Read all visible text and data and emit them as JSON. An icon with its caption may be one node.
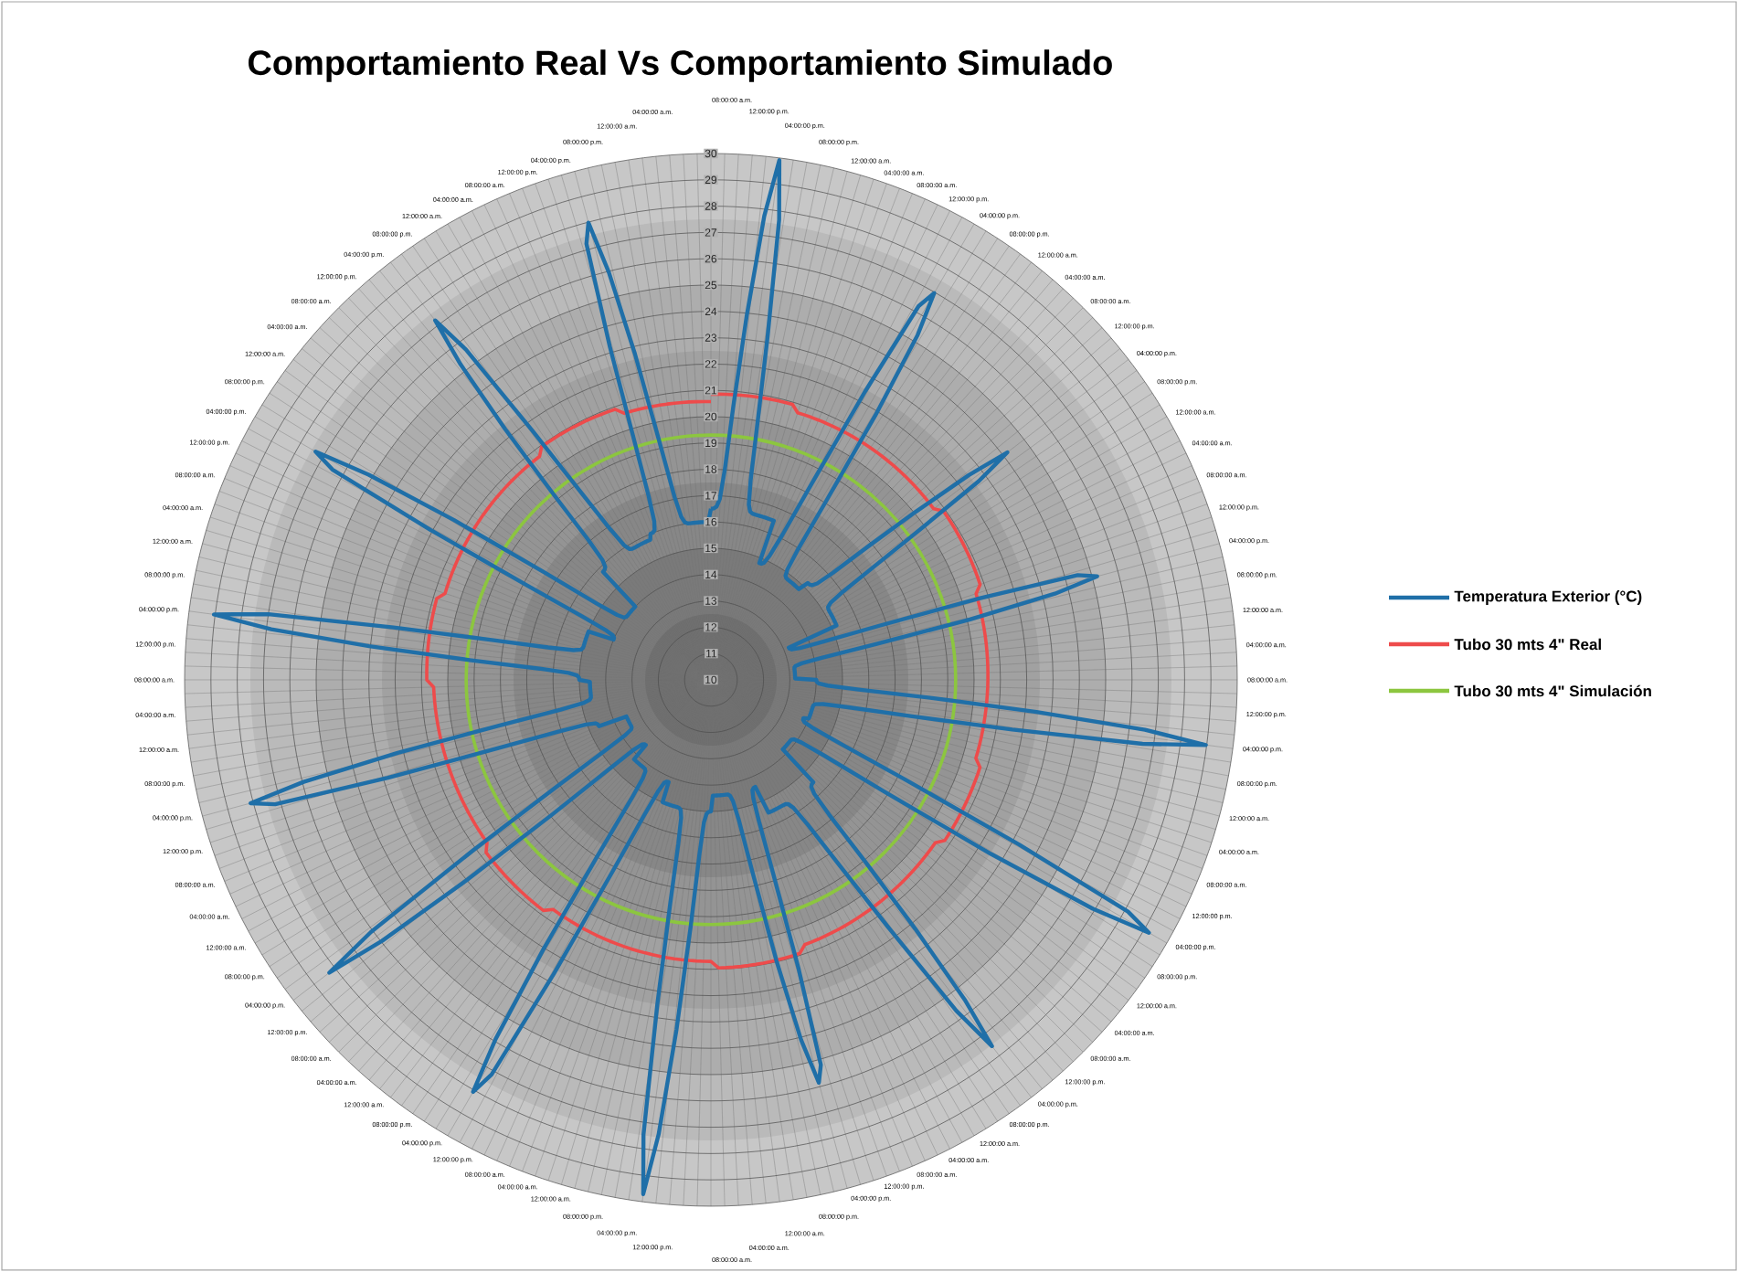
{
  "diagram": {
    "title": "Comportamiento Real Vs Comportamiento Simulado",
    "labels": [
      "10",
      "11",
      "12",
      "13",
      "14",
      "15",
      "16",
      "17",
      "18",
      "19",
      "20",
      "21",
      "22",
      "23",
      "24",
      "25",
      "26",
      "27",
      "28",
      "29",
      "30",
      "08:00:00 a.m.",
      "12:00:00 p.m.",
      "04:00:00 p.m.",
      "08:00:00 p.m.",
      "12:00:00 a.m.",
      "04:00:00 a.m.",
      "08:00:00 a.m.",
      "12:00:00 p.m.",
      "04:00:00 p.m.",
      "08:00:00 p.m.",
      "12:00:00 a.m.",
      "04:00:00 a.m.",
      "08:00:00 a.m.",
      "12:00:00 p.m.",
      "04:00:00 p.m.",
      "08:00:00 p.m.",
      "12:00:00 a.m.",
      "04:00:00 a.m.",
      "08:00:00 a.m.",
      "12:00:00 p.m.",
      "04:00:00 p.m.",
      "08:00:00 p.m.",
      "12:00:00 a.m.",
      "04:00:00 a.m.",
      "08:00:00 a.m.",
      "12:00:00 p.m.",
      "04:00:00 p.m.",
      "08:00:00 p.m.",
      "12:00:00 a.m.",
      "04:00:00 a.m.",
      "08:00:00 a.m.",
      "12:00:00 p.m.",
      "04:00:00 p.m.",
      "08:00:00 p.m.",
      "12:00:00 a.m.",
      "04:00:00 a.m.",
      "08:00:00 a.m.",
      "12:00:00 p.m.",
      "04:00:00 p.m.",
      "08:00:00 p.m.",
      "12:00:00 a.m.",
      "04:00:00 a.m.",
      "08:00:00 a.m.",
      "12:00:00 p.m.",
      "04:00:00 p.m.",
      "08:00:00 p.m.",
      "12:00:00 a.m.",
      "04:00:00 a.m.",
      "08:00:00 a.m.",
      "12:00:00 p.m.",
      "04:00:00 p.m.",
      "08:00:00 p.m.",
      "12:00:00 a.m.",
      "04:00:00 a.m.",
      "08:00:00 a.m.",
      "12:00:00 p.m.",
      "04:00:00 p.m.",
      "08:00:00 p.m.",
      "12:00:00 a.m.",
      "04:00:00 a.m.",
      "08:00:00 a.m.",
      "12:00:00 p.m.",
      "04:00:00 p.m.",
      "08:00:00 p.m.",
      "12:00:00 a.m.",
      "04:00:00 a.m.",
      "08:00:00 a.m.",
      "12:00:00 p.m.",
      "04:00:00 p.m.",
      "08:00:00 p.m.",
      "12:00:00 a.m.",
      "04:00:00 a.m.",
      "08:00:00 a.m.",
      "12:00:00 p.m.",
      "04:00:00 p.m.",
      "08:00:00 p.m.",
      "12:00:00 a.m.",
      "04:00:00 a.m.",
      "08:00:00 a.m.",
      "12:00:00 p.m.",
      "04:00:00 p.m.",
      "08:00:00 p.m.",
      "12:00:00 a.m.",
      "04:00:00 a.m.",
      "08:00:00 a.m.",
      "12:00:00 p.m.",
      "04:00:00 p.m.",
      "08:00:00 p.m.",
      "12:00:00 a.m.",
      "04:00:00 a.m.",
      "08:00:00 a.m.",
      "12:00:00 p.m.",
      "04:00:00 p.m.",
      "08:00:00 p.m.",
      "12:00:00 a.m.",
      "04:00:00 a.m."
    ],
    "legend": [
      {
        "text": "Temperatura Exterior (°C)"
      },
      {
        "text": "Tubo 30 mts 4\" Real"
      },
      {
        "text": "Tubo 30 mts 4\" Simulación"
      }
    ]
  }
}
